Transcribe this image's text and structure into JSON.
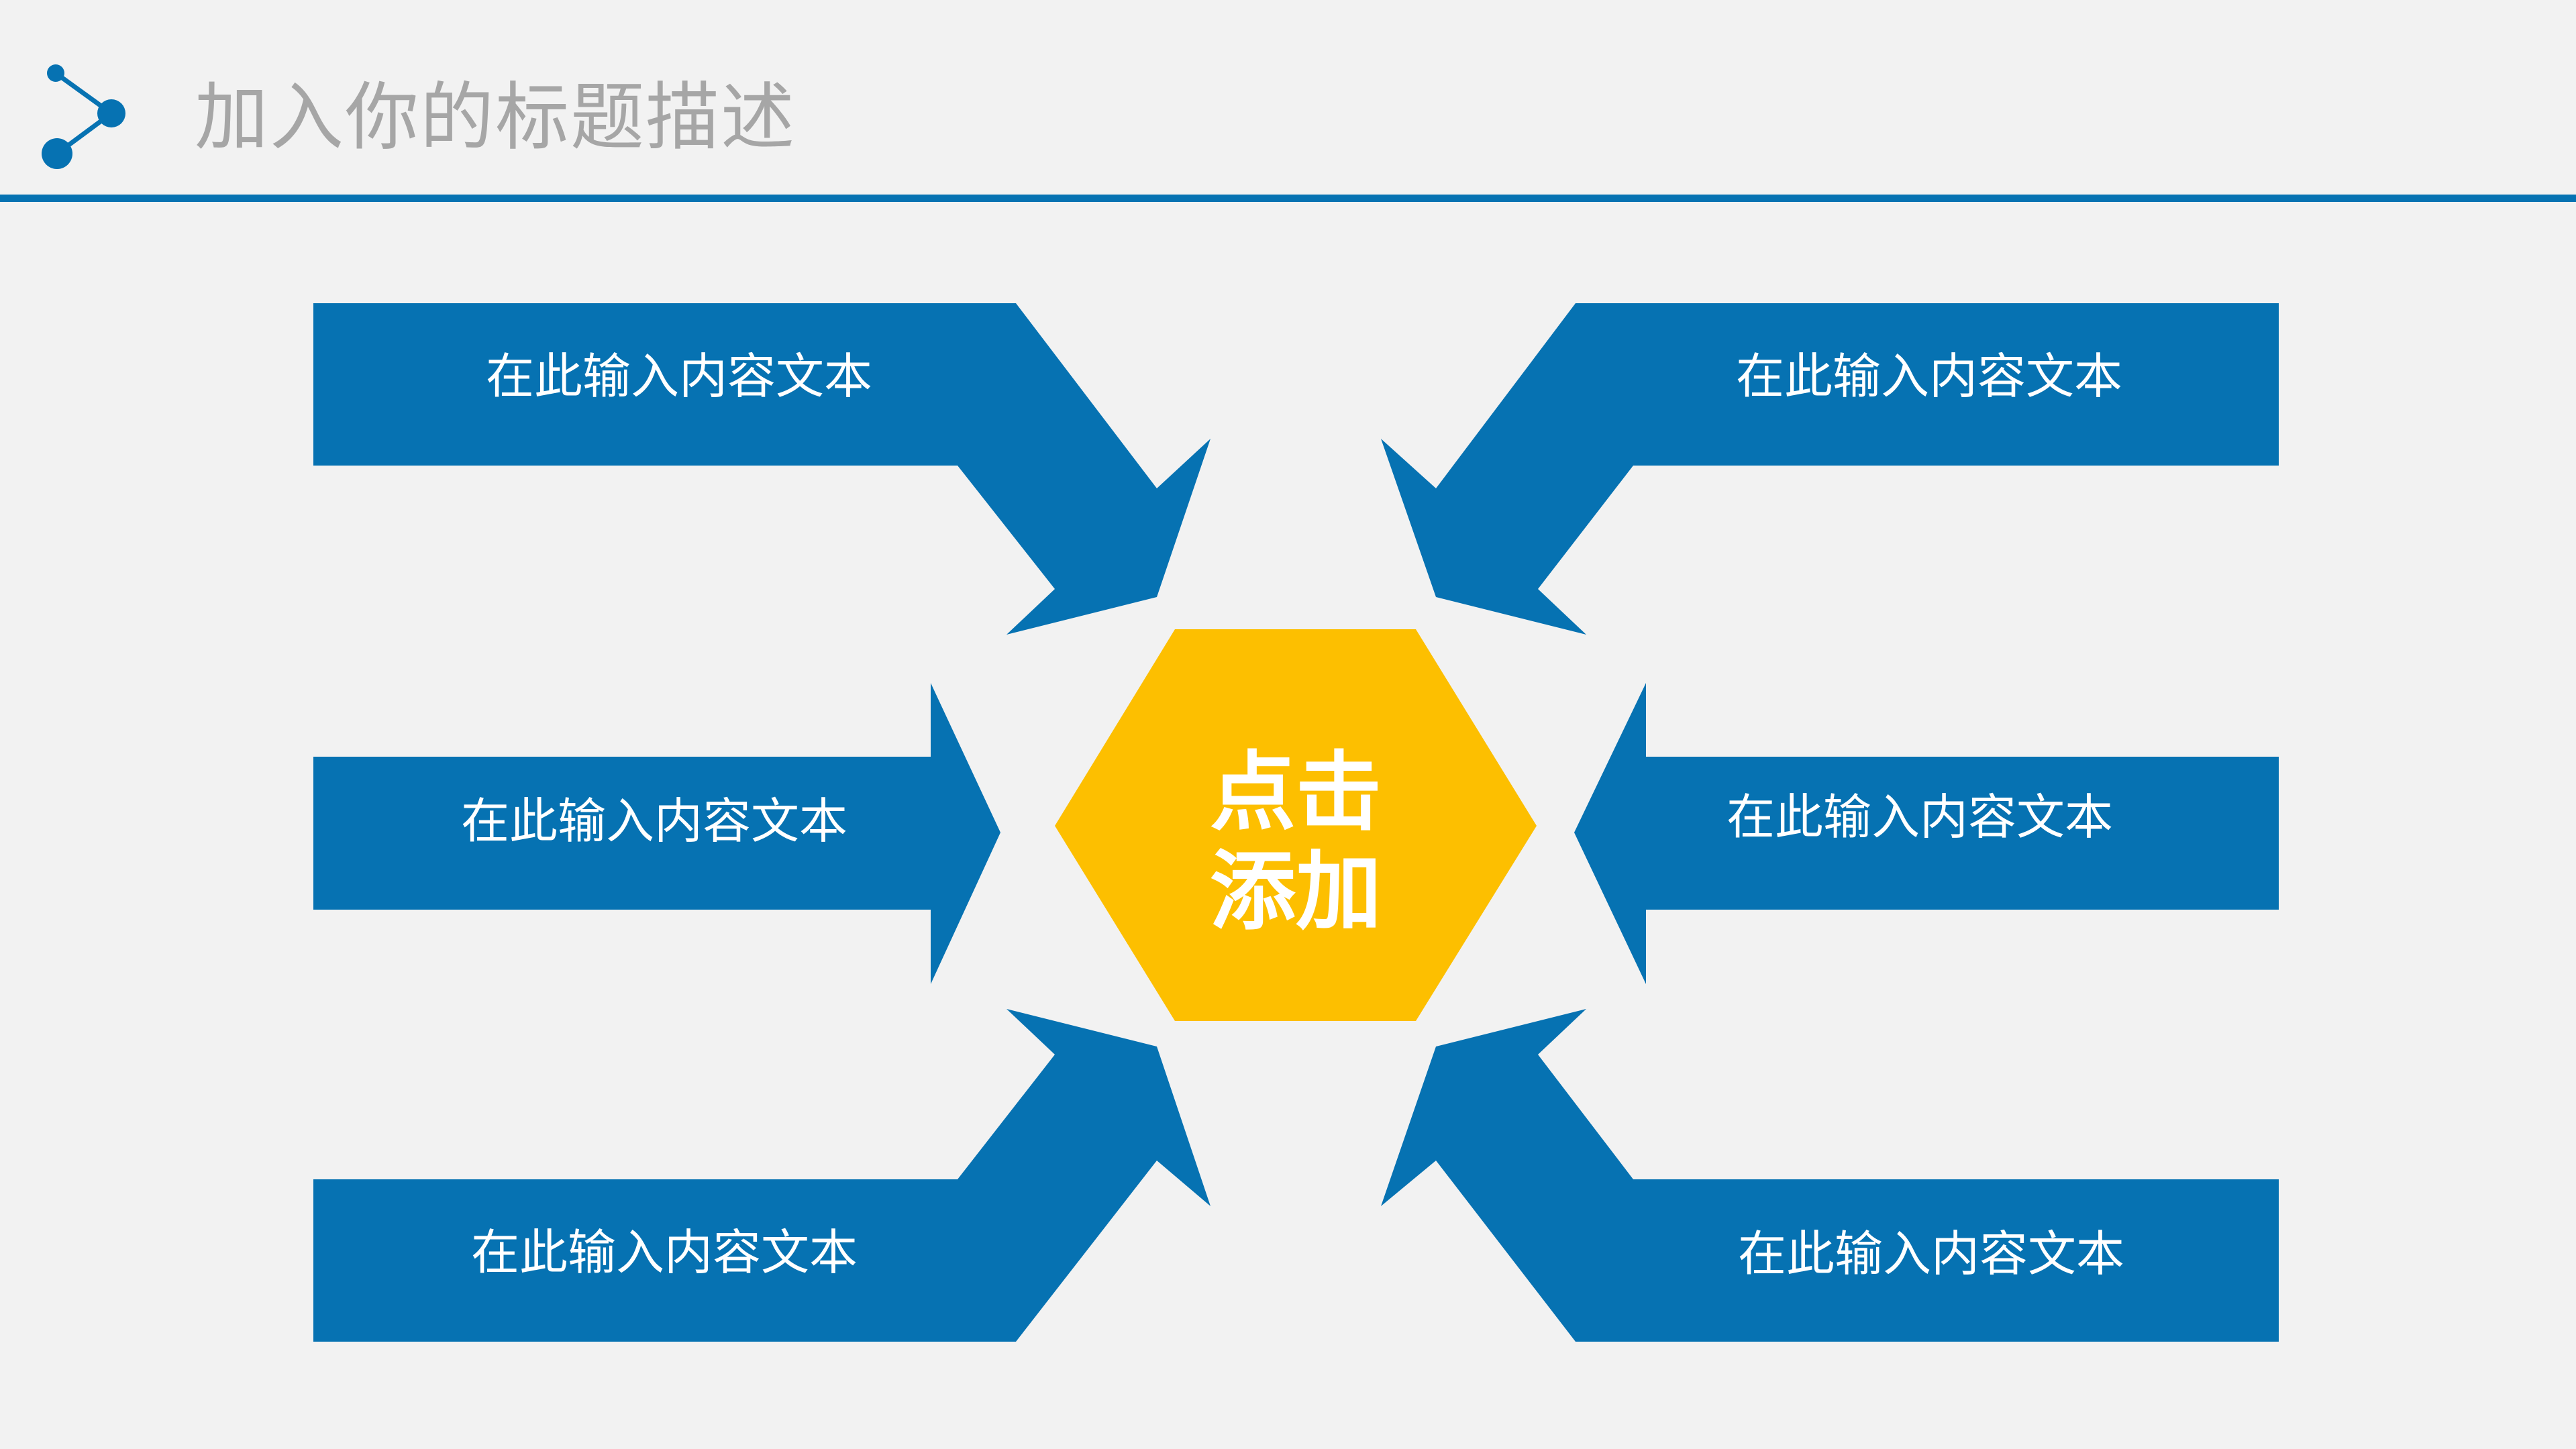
{
  "header": {
    "title": "加入你的标题描述",
    "accent_color": "#0672b2",
    "title_color": "#a6a6a6",
    "icon": "connection-nodes-icon"
  },
  "diagram": {
    "arrow_color": "#0672b2",
    "hub_color": "#fdbf00",
    "hub": {
      "line1": "点击",
      "line2": "添加"
    },
    "arrows": [
      {
        "position": "top-left",
        "label": "在此输入内容文本"
      },
      {
        "position": "middle-left",
        "label": "在此输入内容文本"
      },
      {
        "position": "bottom-left",
        "label": "在此输入内容文本"
      },
      {
        "position": "top-right",
        "label": "在此输入内容文本"
      },
      {
        "position": "middle-right",
        "label": "在此输入内容文本"
      },
      {
        "position": "bottom-right",
        "label": "在此输入内容文本"
      }
    ]
  }
}
